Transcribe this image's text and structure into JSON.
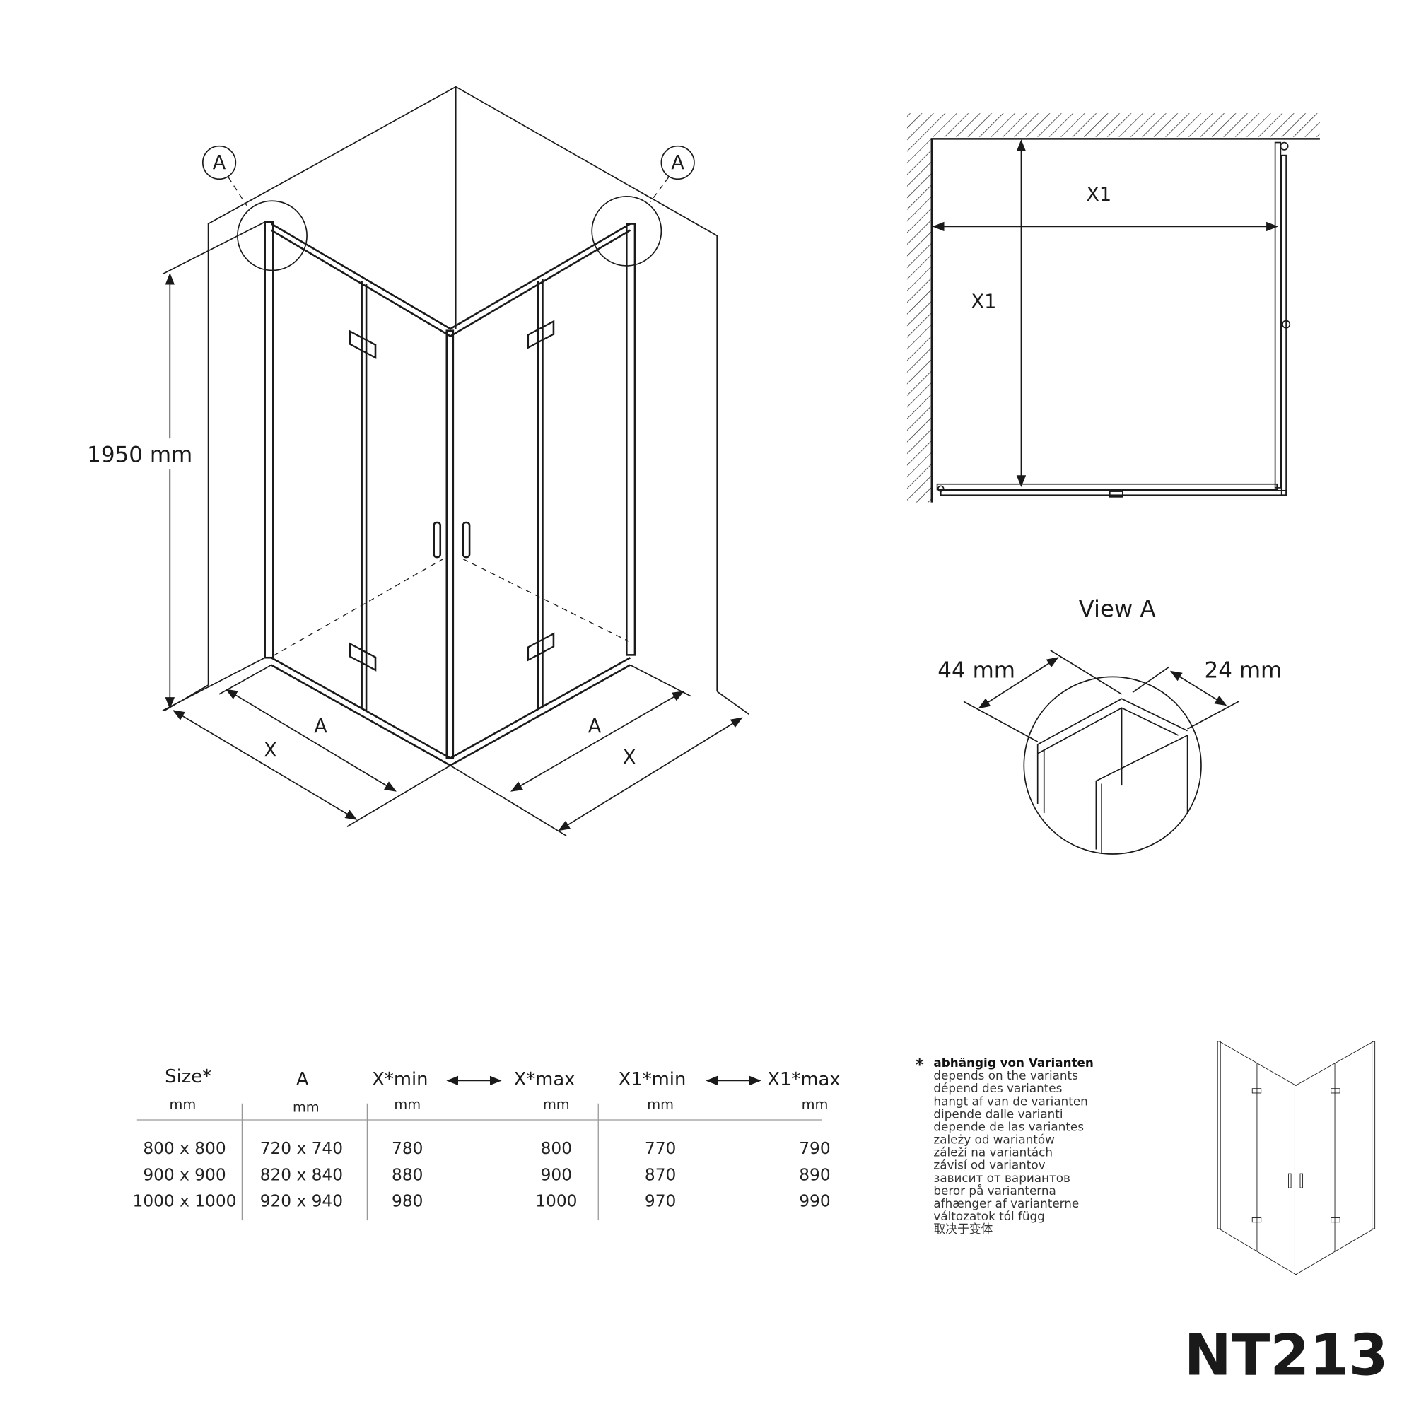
{
  "drawing": {
    "height_label": "1950 mm",
    "detail_marker": "A",
    "dim_a": "A",
    "dim_x": "X",
    "dim_x1": "X1",
    "view_title": "View A",
    "view_dim_left": "44 mm",
    "view_dim_right": "24 mm"
  },
  "table": {
    "headers": [
      "Size*",
      "A",
      "X*min",
      "X*max",
      "X1*min",
      "X1*max"
    ],
    "units": [
      "mm",
      "mm",
      "mm",
      "mm",
      "mm",
      "mm"
    ],
    "rows": [
      [
        "800 x 800",
        "720 x 740",
        "780",
        "800",
        "770",
        "790"
      ],
      [
        "900 x 900",
        "820 x 840",
        "880",
        "900",
        "870",
        "890"
      ],
      [
        "1000 x 1000",
        "920 x 940",
        "980",
        "1000",
        "970",
        "990"
      ]
    ]
  },
  "note": {
    "asterisk": "*",
    "lines": [
      "abhängig von Varianten",
      "depends on the variants",
      "dépend des variantes",
      "hangt af van de varianten",
      "dipende dalle varianti",
      "depende de las variantes",
      "zależy od wariantów",
      "záleží na variantách",
      "závisí od variantov",
      "зависит от вариантов",
      "beror på varianterna",
      "afhænger af varianterne",
      "változatok tól függ",
      "取决于变体"
    ]
  },
  "product_code": "NT213"
}
